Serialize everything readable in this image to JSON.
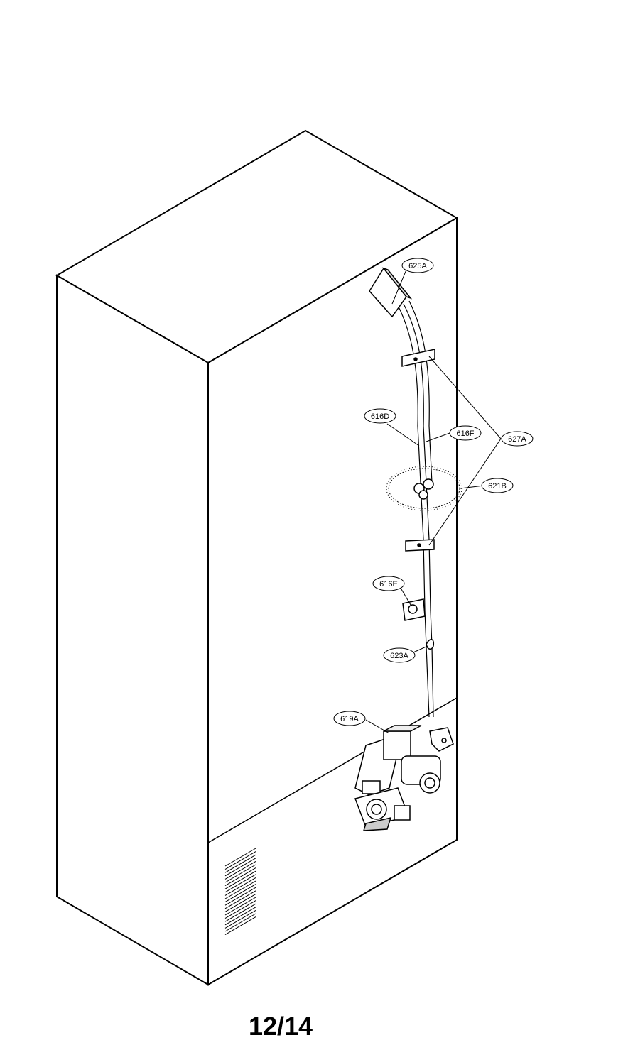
{
  "diagram": {
    "callouts": [
      {
        "id": "c625A",
        "label": "625A"
      },
      {
        "id": "c616D",
        "label": "616D"
      },
      {
        "id": "c616F",
        "label": "616F"
      },
      {
        "id": "c627A",
        "label": "627A"
      },
      {
        "id": "c621B",
        "label": "621B"
      },
      {
        "id": "c616E",
        "label": "616E"
      },
      {
        "id": "c623A",
        "label": "623A"
      },
      {
        "id": "c619A",
        "label": "619A"
      }
    ],
    "page_number": "12/14"
  }
}
